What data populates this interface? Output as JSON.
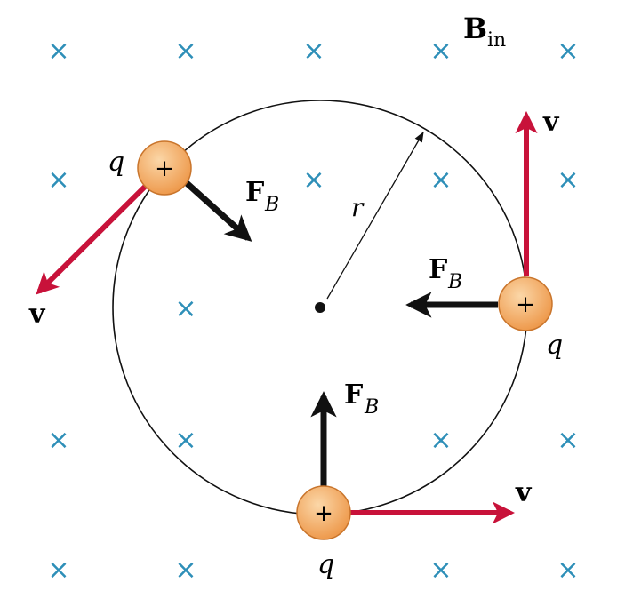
{
  "field_label": {
    "main": "B",
    "sub": "in"
  },
  "field_marker": "×",
  "radius_label": "r",
  "charge_symbol": "+",
  "charges": [
    {
      "name": "top-left",
      "charge_label": "q",
      "velocity_label": "v",
      "force_main": "F",
      "force_sub": "B"
    },
    {
      "name": "right",
      "charge_label": "q",
      "velocity_label": "v",
      "force_main": "F",
      "force_sub": "B"
    },
    {
      "name": "bottom",
      "charge_label": "q",
      "velocity_label": "v",
      "force_main": "F",
      "force_sub": "B"
    }
  ],
  "colors": {
    "field_marker": "#2e8fb8",
    "velocity_arrow": "#c8123a",
    "force_arrow": "#111111",
    "charge_fill": "#f2a55e",
    "charge_stroke": "#c9752c"
  }
}
